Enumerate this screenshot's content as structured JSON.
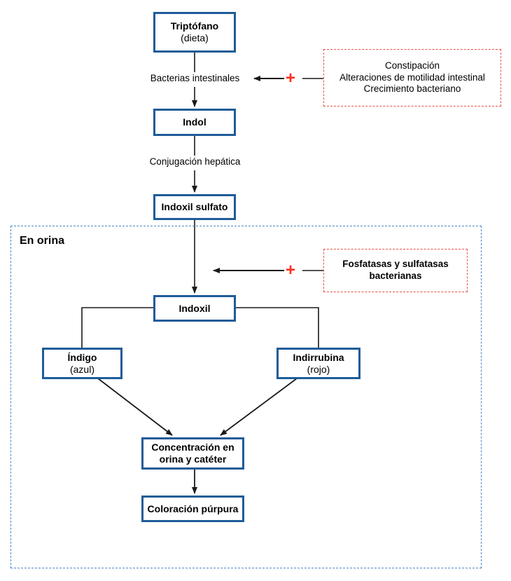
{
  "diagram": {
    "title_visible": false,
    "colors": {
      "node_border": "#1F5C99",
      "node_fill": "#FFFFFF",
      "red_dashed": "#E8524A",
      "plus_red": "#FF2D1A",
      "region_dashed": "#4A87C4",
      "connector": "#1A1A1A",
      "text": "#000000"
    },
    "region": {
      "label": "En orina"
    },
    "nodes": [
      {
        "id": "triptofano",
        "title": "Triptófano",
        "sub": "(dieta)"
      },
      {
        "id": "indol",
        "title": "Indol",
        "sub": ""
      },
      {
        "id": "indoxil-sulfato",
        "title": "Indoxil sulfato",
        "sub": ""
      },
      {
        "id": "indoxil",
        "title": "Indoxil",
        "sub": ""
      },
      {
        "id": "indigo",
        "title": "Índigo",
        "sub": "(azul)"
      },
      {
        "id": "indirrubina",
        "title": "Indirrubina",
        "sub": "(rojo)"
      },
      {
        "id": "concentracion",
        "title": "Concentración en",
        "sub": "orina y catéter"
      },
      {
        "id": "coloracion",
        "title": "Coloración púrpura",
        "sub": ""
      }
    ],
    "edge_labels": [
      {
        "id": "bacterias-intestinales",
        "text": "Bacterias intestinales"
      },
      {
        "id": "conjugacion-hepatica",
        "text": "Conjugación hepática"
      }
    ],
    "modifiers": [
      {
        "id": "factores-intestinales",
        "plus": "+",
        "bold": false,
        "lines": [
          "Constipación",
          "Alteraciones de motilidad intestinal",
          "Crecimiento bacteriano"
        ]
      },
      {
        "id": "enzimas-bacterianas",
        "plus": "+",
        "bold": true,
        "lines": [
          "Fosfatasas y sulfatasas",
          "bacterianas"
        ]
      }
    ]
  }
}
